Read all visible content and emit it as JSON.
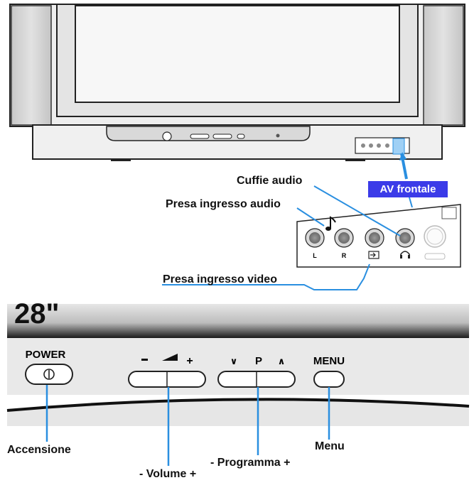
{
  "tv": {
    "screen_size": "28\"",
    "av_badge": "AV frontale"
  },
  "labels": {
    "headphones": "Cuffie audio",
    "audio_input": "Presa ingresso audio",
    "video_input": "Presa ingresso video",
    "power_on": "Accensione",
    "volume": "- Volume +",
    "program": "- Programma +",
    "menu": "Menu"
  },
  "panel": {
    "power_label": "POWER",
    "menu_label": "MENU",
    "prog_p": "P",
    "vol_minus": "−",
    "vol_plus": "+",
    "prog_down": "∨",
    "prog_up": "∧",
    "jack_l": "L",
    "jack_r": "R"
  },
  "colors": {
    "callout_line": "#2a8fe0",
    "badge": "#3b3be8",
    "speaker": "#d4d4d4",
    "cabinet": "#ededed"
  }
}
